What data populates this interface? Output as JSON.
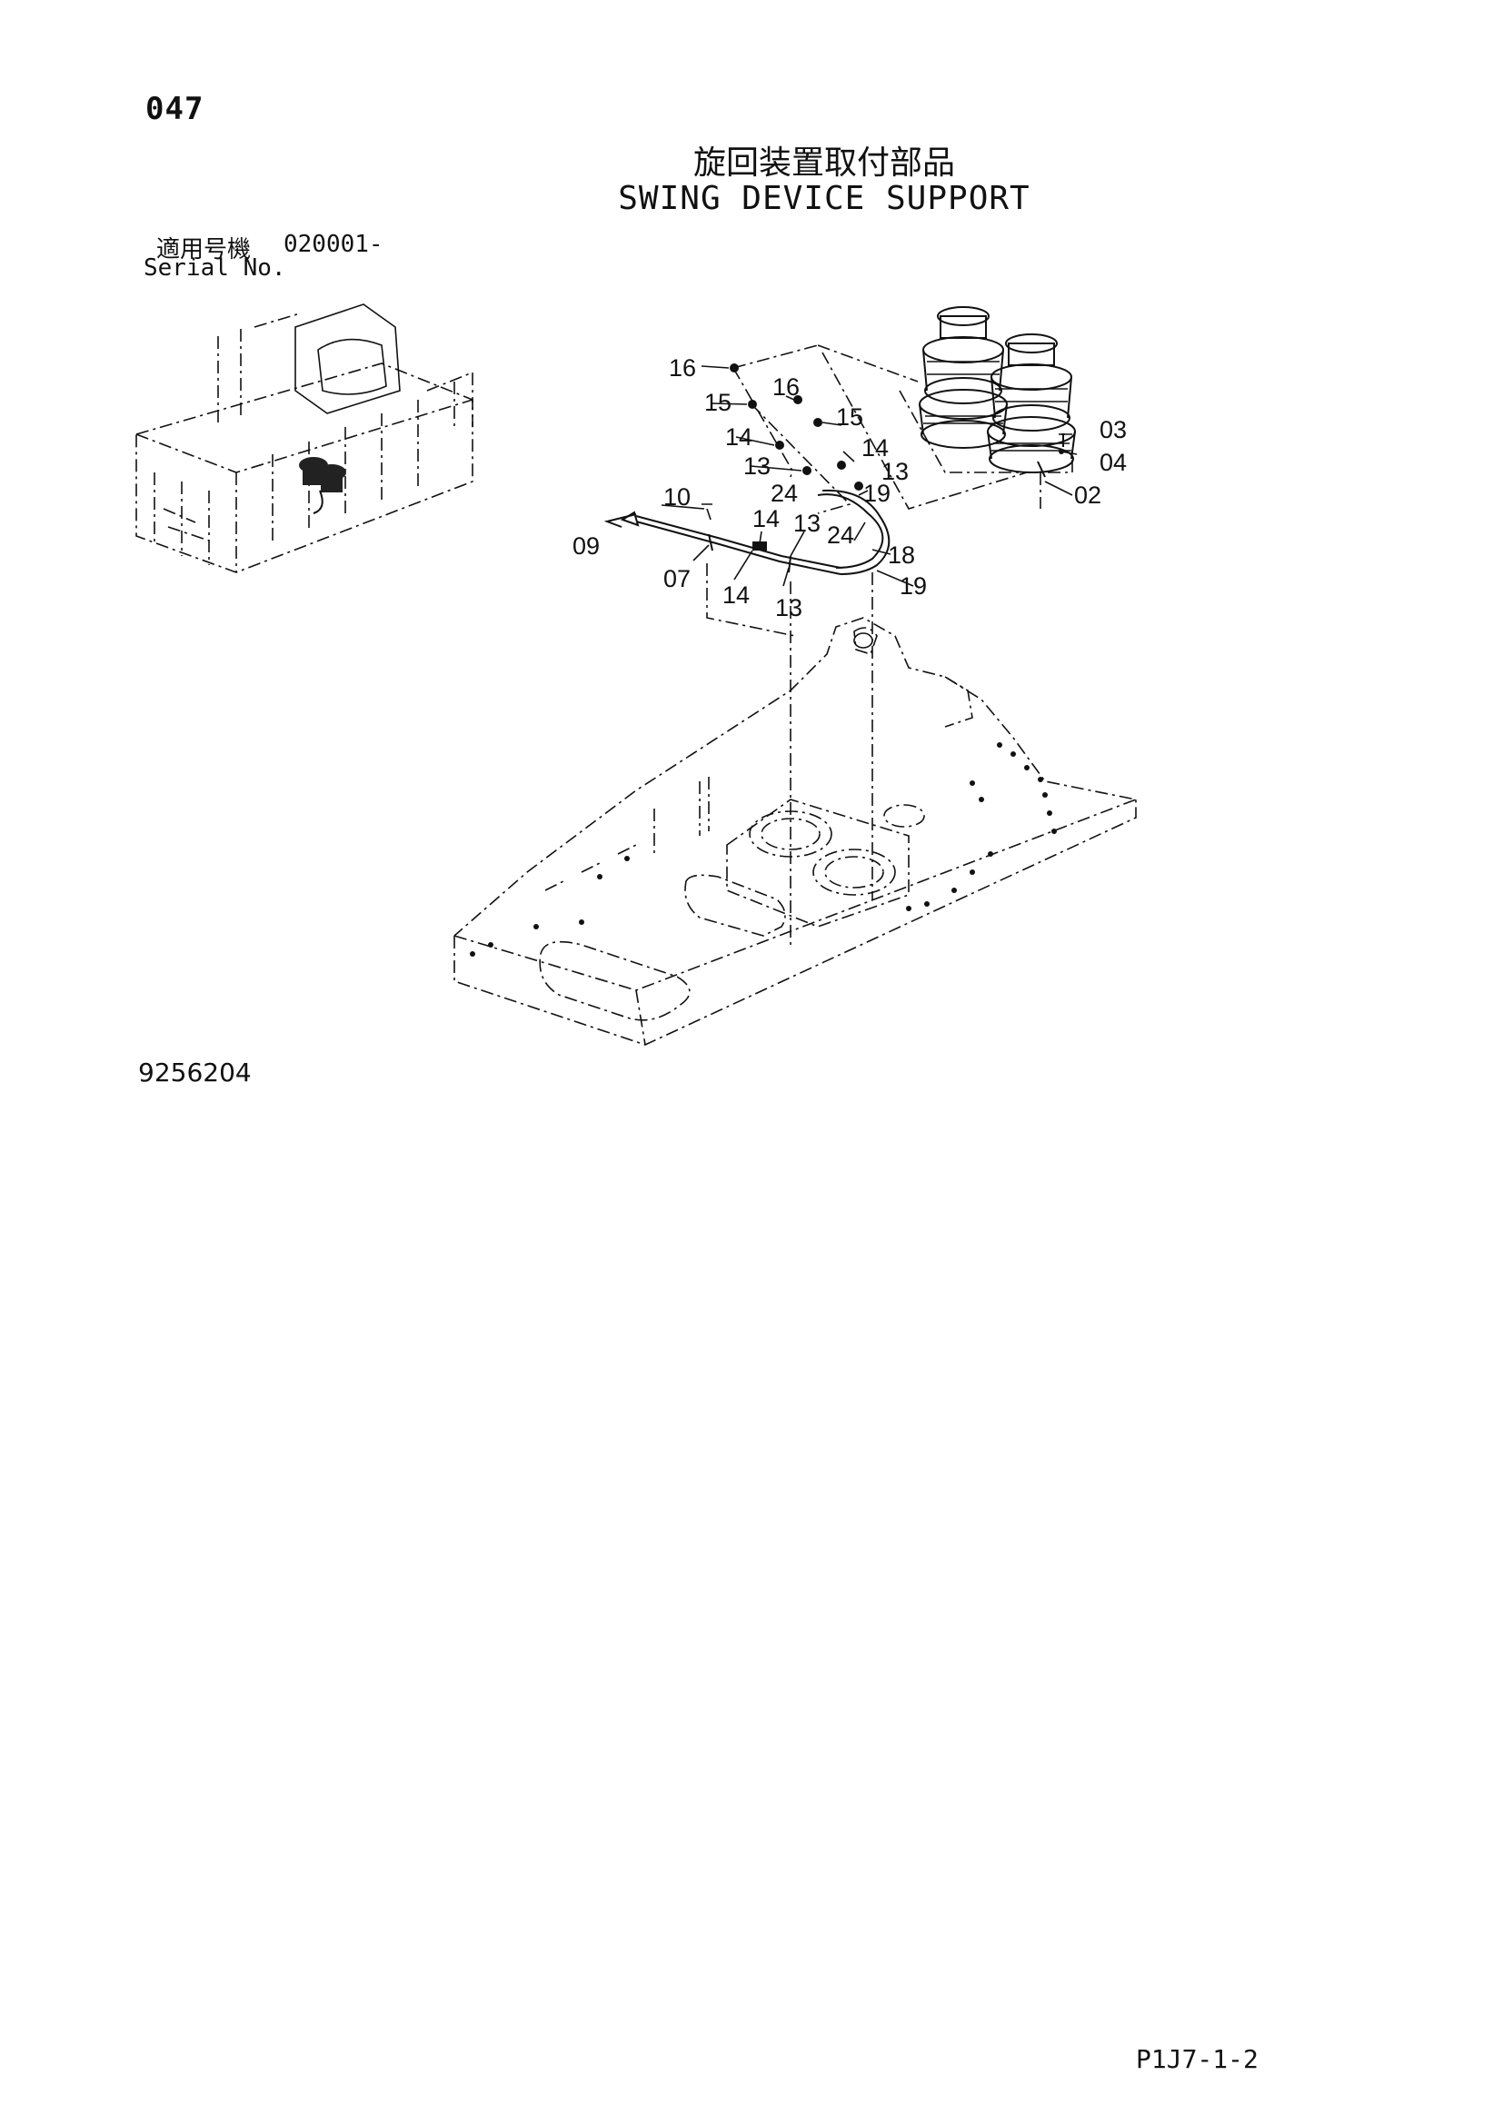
{
  "header": {
    "page_number": "047",
    "title_jp": "旋回装置取付部品",
    "title_en": "SWING DEVICE SUPPORT"
  },
  "serial": {
    "label_jp": "適用号機",
    "range": "020001-",
    "label_en": "Serial No."
  },
  "diagram": {
    "callouts": {
      "c16a": "16",
      "c15a": "15",
      "c14a": "14",
      "c13a": "13",
      "c24a": "24",
      "c16b": "16",
      "c15b": "15",
      "c14b": "14",
      "c13b": "13",
      "c19a": "19",
      "c10": "10",
      "c09": "09",
      "c07": "07",
      "c14c": "14",
      "c13c": "13",
      "c24b": "24",
      "c18": "18",
      "c19b": "19",
      "c14d": "14",
      "c13d": "13",
      "c03": "03",
      "c04": "04",
      "c02": "02"
    }
  },
  "footer": {
    "figure_code": "9256204",
    "page_ref": "P1J7-1-2"
  }
}
